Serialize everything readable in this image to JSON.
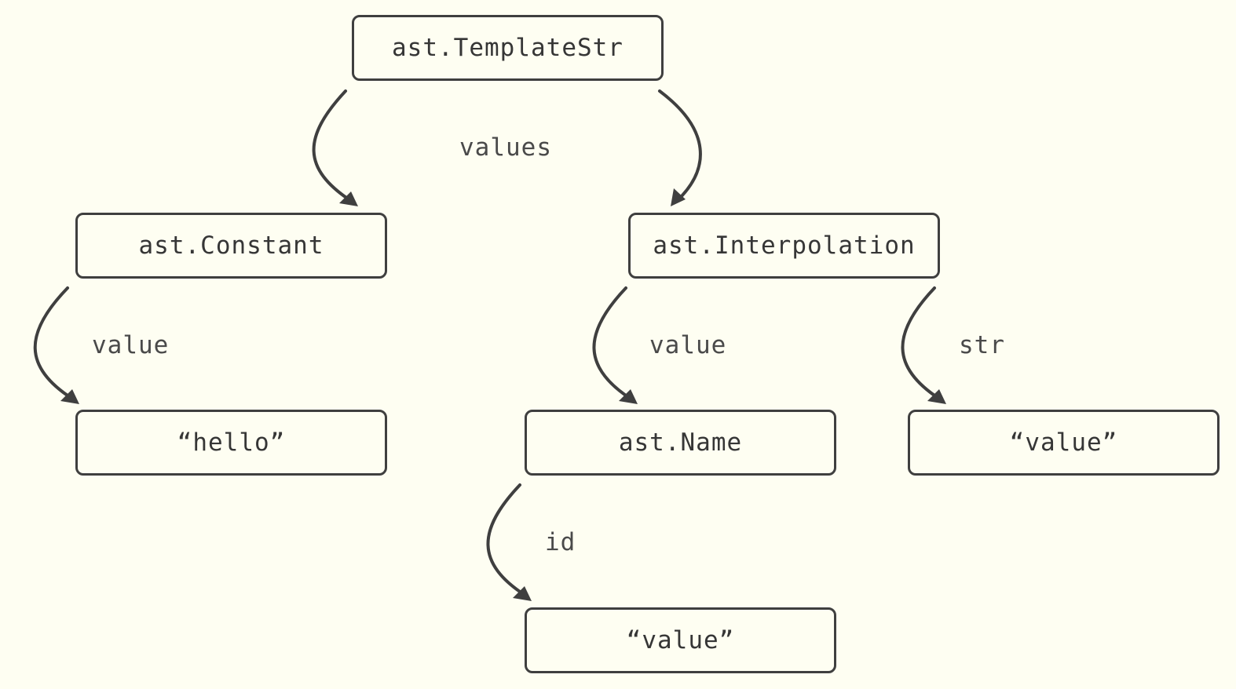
{
  "nodes": {
    "template_str": "ast.TemplateStr",
    "constant": "ast.Constant",
    "interpolation": "ast.Interpolation",
    "hello_literal": "“hello”",
    "name": "ast.Name",
    "str_value_literal": "“value”",
    "id_value_literal": "“value”"
  },
  "edges": {
    "values": "values",
    "constant_value": "value",
    "interpolation_value": "value",
    "interpolation_str": "str",
    "name_id": "id"
  },
  "colors": {
    "background": "#fefef2",
    "stroke": "#3f3f3f",
    "text": "#363636"
  }
}
